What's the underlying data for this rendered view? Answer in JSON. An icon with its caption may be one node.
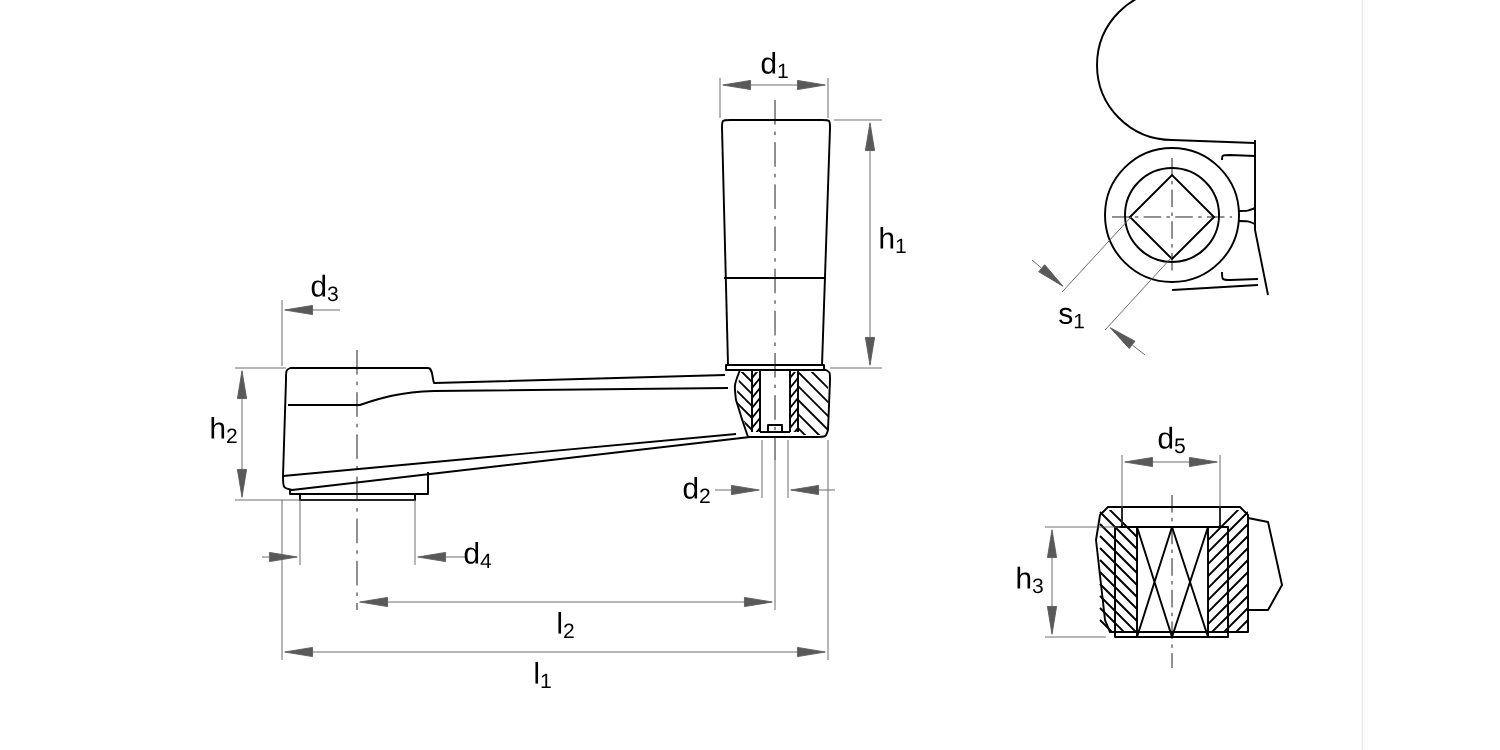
{
  "diagram": {
    "labels": [
      "d$_{1}$",
      "h$_{1}$",
      "s$_{1}$",
      "d$_{3}$",
      "h$_{2}$",
      "d$_{5}$",
      "d$_{2}$",
      "d$_{4}$",
      "h$_{3}$",
      "l$_{2}$",
      "l$_{1}$"
    ]
  }
}
